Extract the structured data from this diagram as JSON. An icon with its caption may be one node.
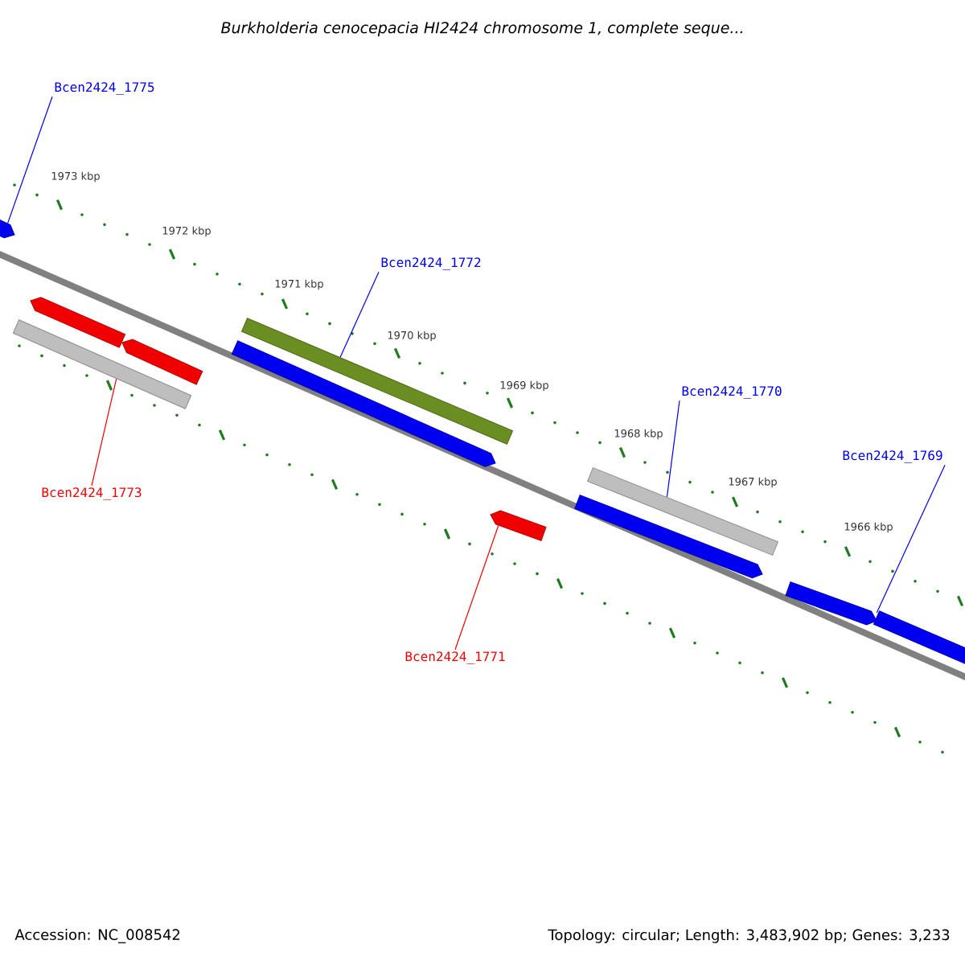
{
  "diagram": {
    "title": "Burkholderia cenocepacia HI2424 chromosome 1, complete seque...",
    "nodes": [
      {
        "text": [
          "Bcen2424_1775"
        ]
      },
      {
        "text": [
          "Bcen2424_1772"
        ]
      },
      {
        "text": [
          "Bcen2424_1770"
        ]
      },
      {
        "text": [
          "Bcen2424_1769"
        ]
      },
      {
        "text": [
          "Bcen2424_1773"
        ]
      },
      {
        "text": [
          "Bcen2424_1771"
        ]
      },
      {
        "text": [],
        "shape": "arrow"
      },
      {
        "text": [],
        "shape": "arrow"
      },
      {
        "text": [],
        "shape": "arrow"
      },
      {
        "text": [],
        "shape": "bar"
      },
      {
        "text": [],
        "shape": "bar"
      },
      {
        "text": [],
        "shape": "arrow"
      },
      {
        "text": [],
        "shape": "arrow"
      },
      {
        "text": [],
        "shape": "bar"
      },
      {
        "text": [],
        "shape": "arrow"
      },
      {
        "text": [],
        "shape": "arrow"
      },
      {
        "text": [],
        "shape": "arrow"
      }
    ],
    "edges": [
      {
        "from": 0,
        "to": 6,
        "arrow": "none"
      },
      {
        "from": 1,
        "to": 10,
        "arrow": "none"
      },
      {
        "from": 2,
        "to": 13,
        "arrow": "none"
      },
      {
        "from": 3,
        "to": 15,
        "arrow": "none"
      },
      {
        "from": 4,
        "to": 9,
        "arrow": "none",
        "color": "#f00000"
      },
      {
        "from": 5,
        "to": 12,
        "arrow": "none",
        "color": "#f00000"
      }
    ],
    "labels": [
      "1973 kbp",
      "1972 kbp",
      "1971 kbp",
      "1970 kbp",
      "1969 kbp",
      "1968 kbp",
      "1967 kbp",
      "1966 kbp",
      "Accession: NC_008542",
      "Topology: circular; Length: 3,483,902 bp; Genes: 3,233"
    ]
  }
}
